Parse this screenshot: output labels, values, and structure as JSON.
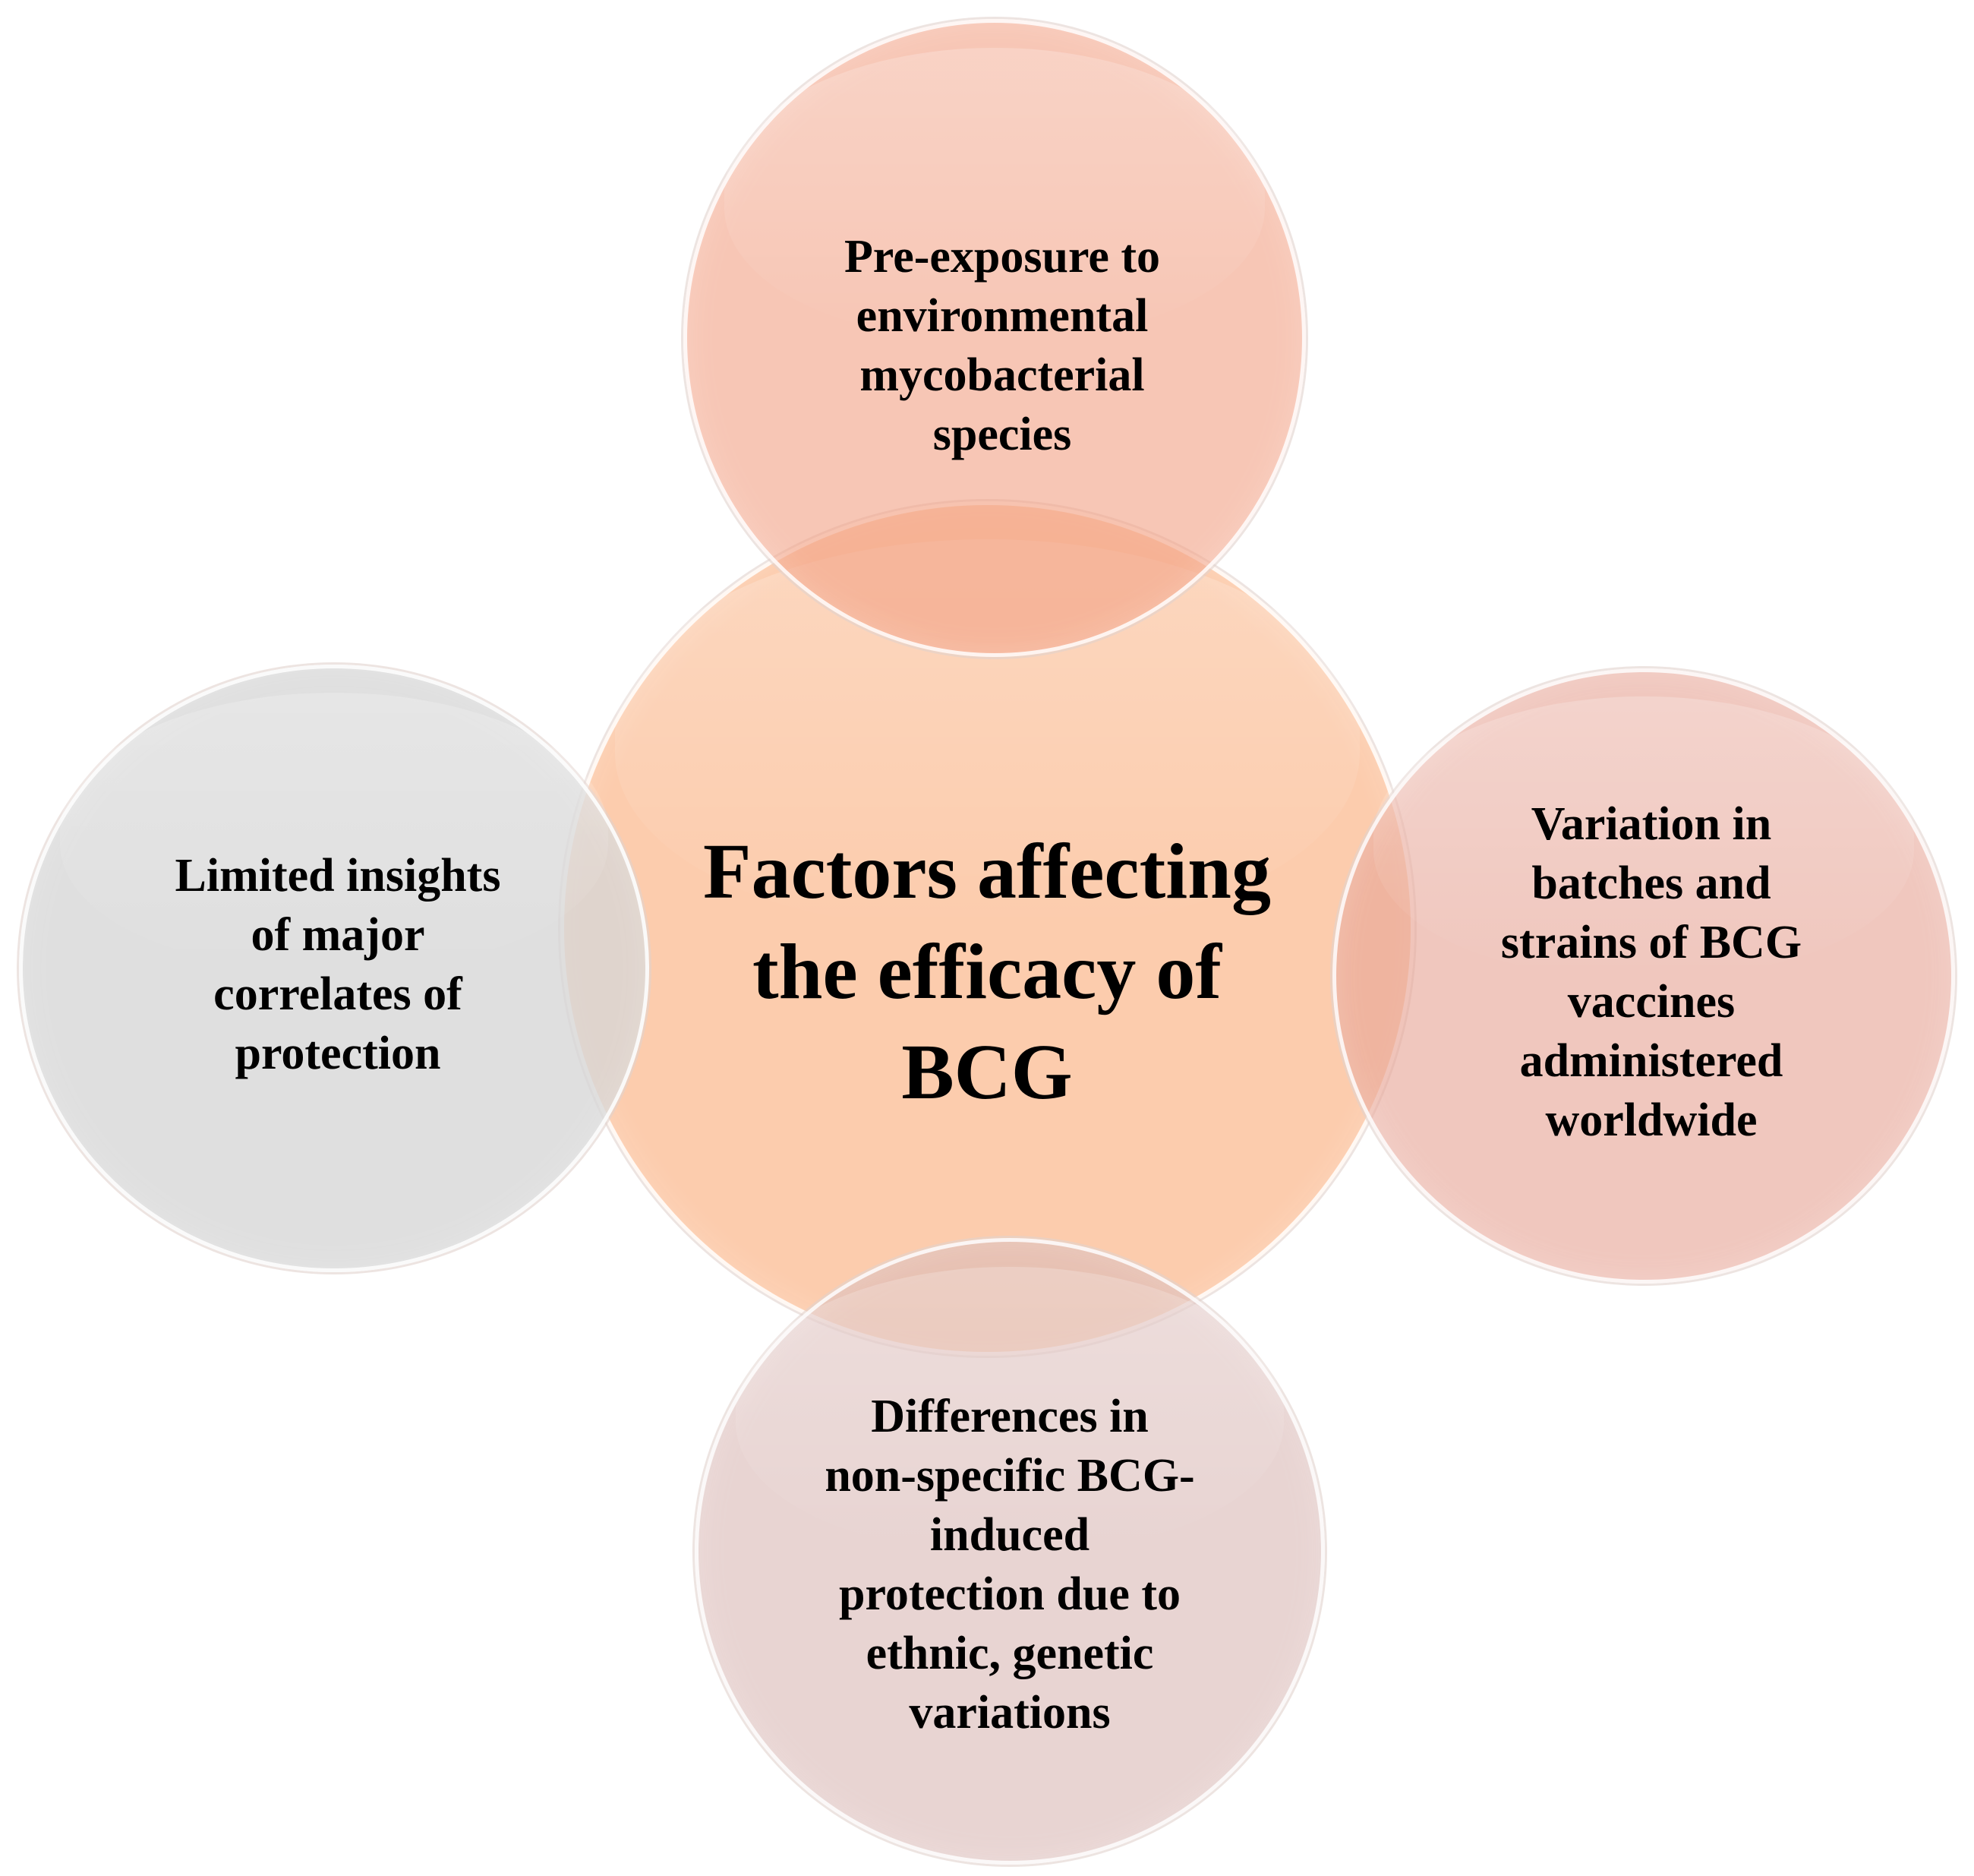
{
  "diagram": {
    "center": {
      "text": "Factors affecting\nthe efficacy of\nBCG",
      "color": "#FCC8A6"
    },
    "factors": [
      {
        "id": "top",
        "text": "Pre-exposure to\nenvironmental\nmycobacterial\nspecies",
        "color": "#F2AA92"
      },
      {
        "id": "left",
        "text": "Limited insights\nof major\ncorrelates of\nprotection",
        "color": "#DCDCDC"
      },
      {
        "id": "right",
        "text": "Variation in\nbatches and\nstrains of BCG\nvaccines\nadministered\nworldwide",
        "color": "#E9B5A9"
      },
      {
        "id": "bottom",
        "text": "Differences in\nnon-specific BCG-\ninduced\nprotection due to\nethnic, genetic\nvariations",
        "color": "#E2C6C4"
      }
    ]
  }
}
